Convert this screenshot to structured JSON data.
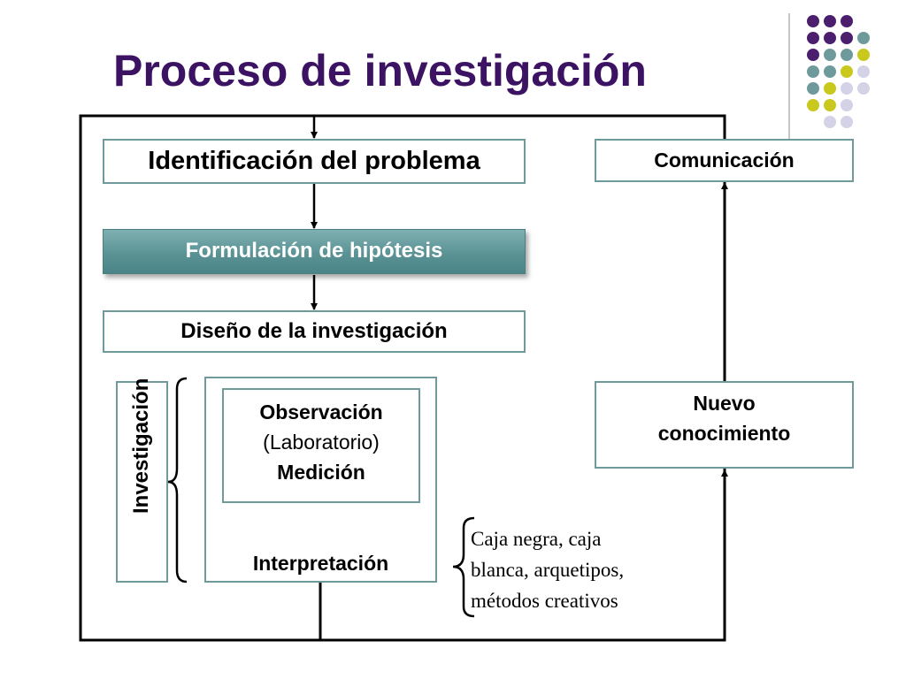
{
  "slide": {
    "title": "Proceso de investigación"
  },
  "diagram": {
    "identificacion": "Identificación del problema",
    "formulacion": "Formulación de hipótesis",
    "diseno": "Diseño de la investigación",
    "investigacion": "Investigación",
    "observacion": "Observación",
    "laboratorio": "(Laboratorio)",
    "medicion": "Medición",
    "interpretacion": "Interpretación",
    "nuevo_line1": "Nuevo",
    "nuevo_line2": "conocimiento",
    "comunicacion": "Comunicación",
    "caja_line1": "Caja negra, caja",
    "caja_line2": "blanca, arquetipos,",
    "caja_line3": "métodos creativos"
  },
  "colors": {
    "title": "#3c1363",
    "box_border": "#6f9a9c",
    "hypothesis_fill": "#5b9395",
    "dot_purple": "#4b1f6e",
    "dot_teal": "#6f9a9c",
    "dot_yellow": "#c9c81c",
    "dot_lavender": "#d4d2e6"
  }
}
